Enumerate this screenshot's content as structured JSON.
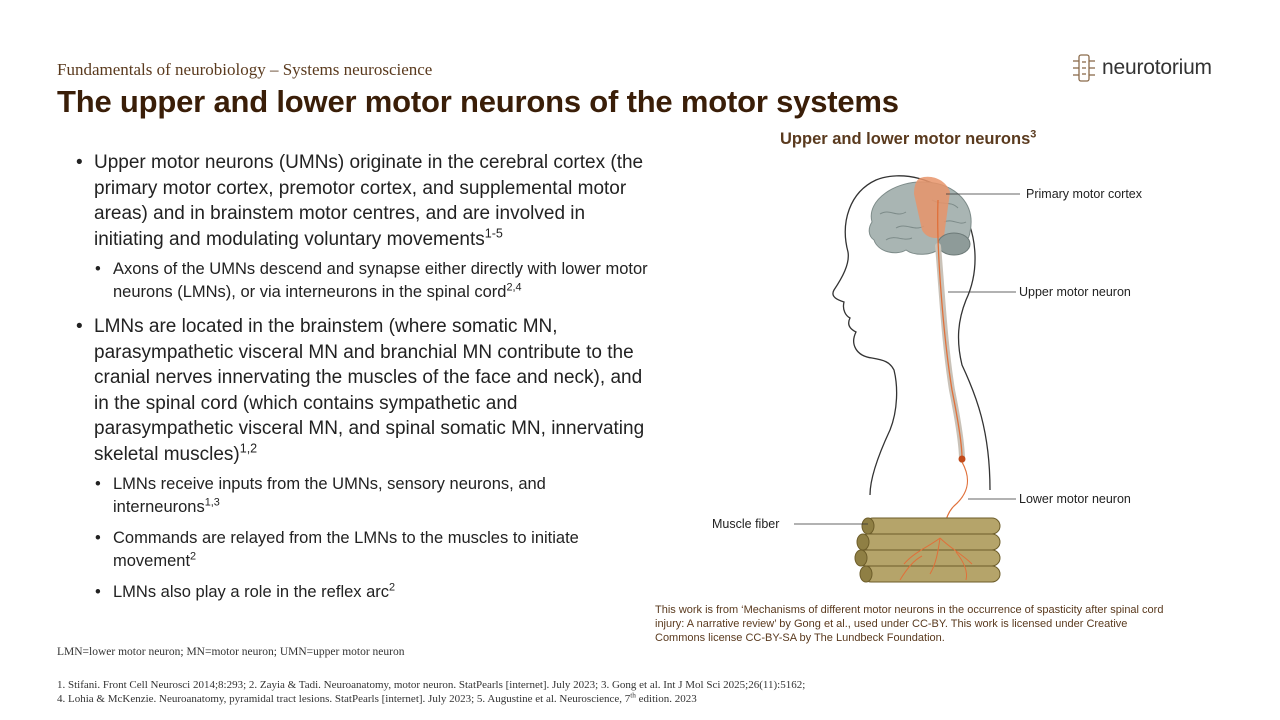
{
  "header": {
    "kicker": "Fundamentals of neurobiology – Systems neuroscience",
    "title": "The upper and lower motor neurons of the motor systems",
    "logo_text": "neurotorium"
  },
  "bullets": {
    "umn": {
      "text": "Upper motor neurons (UMNs) originate in the cerebral cortex (the primary motor cortex, premotor cortex, and supplemental motor areas) and in brainstem motor centres, and are involved in initiating and modulating voluntary movements",
      "sup": "1-5",
      "sub": {
        "text": "Axons of the UMNs descend and synapse either directly with lower motor neurons (LMNs), or via interneurons in the spinal cord",
        "sup": "2,4"
      }
    },
    "lmn": {
      "text": "LMNs are located in the brainstem (where somatic MN, parasympathetic visceral MN and branchial MN contribute to the cranial nerves innervating the muscles of the face and neck), and in the spinal cord (which contains sympathetic and parasympathetic visceral MN, and spinal somatic MN, innervating skeletal muscles)",
      "sup": "1,2",
      "sub1": {
        "text": "LMNs receive inputs from the UMNs, sensory neurons, and interneurons",
        "sup": "1,3"
      },
      "sub2": {
        "text": "Commands are relayed from the LMNs to the muscles to initiate movement",
        "sup": "2"
      },
      "sub3": {
        "text": "LMNs also play a role in the reflex arc",
        "sup": "2"
      }
    }
  },
  "figure": {
    "title": "Upper and lower motor neurons",
    "title_sup": "3",
    "labels": {
      "primary_motor_cortex": "Primary motor cortex",
      "upper_motor_neuron": "Upper motor neuron",
      "lower_motor_neuron": "Lower motor neuron",
      "muscle_fiber": "Muscle fiber"
    },
    "credit": "This work is from ‘Mechanisms of different motor neurons in the occurrence of spasticity after spinal cord injury: A narrative review’ by Gong et al., used under CC-BY. This work is licensed under Creative Commons license CC-BY-SA by The Lundbeck Foundation."
  },
  "footer": {
    "abbreviations": "LMN=lower motor neuron; MN=motor neuron; UMN=upper motor neuron",
    "refs_line1": "1. Stifani. Front Cell Neurosci 2014;8:293; 2. Zayia & Tadi. Neuroanatomy, motor neuron. StatPearls [internet]. July 2023; 3. Gong et al. Int J Mol Sci 2025;26(11):5162;",
    "refs_line2_a": "4. Lohia & McKenzie. Neuroanatomy, pyramidal tract lesions. StatPearls [internet]. July 2023; 5. Augustine et al. Neuroscience, 7",
    "refs_line2_sup": "th",
    "refs_line2_b": " edition. 2023"
  },
  "colors": {
    "title_brown": "#3a1e08",
    "accent_brown": "#5a3a1e",
    "cortex_orange": "#e8946a",
    "brain_gray": "#a9b5b3",
    "muscle_olive": "#b5a46a",
    "nerve_orange": "#e0703a"
  }
}
